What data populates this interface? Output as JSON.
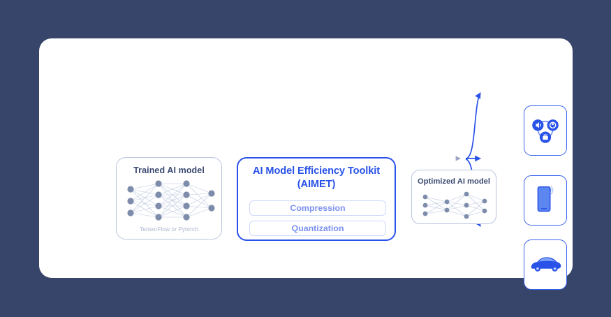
{
  "theme": {
    "background": "#38456b",
    "card": "#ffffff",
    "accent_blue": "#2952e8",
    "device_blue": "#3a63ef",
    "light_blue_text": "#7b90f0",
    "dark_text": "#3b4a72",
    "muted_text": "#a9b4cd",
    "node_gray": "#7d8cab",
    "box_border": "#b9c4dd",
    "pill_border": "#cdd8fb"
  },
  "diagram": {
    "type": "flow",
    "title": "",
    "stages": [
      {
        "id": "trained-model",
        "title": "Trained AI model",
        "subtitle": "TensorFlow or Pytorch",
        "network": {
          "layers": [
            3,
            4,
            4,
            2
          ],
          "style": "dense"
        }
      },
      {
        "id": "aimet",
        "title": "AI Model Efficiency Toolkit\n(AIMET)",
        "title_line1": "AI Model Efficiency Toolkit",
        "title_line2": "(AIMET)",
        "features": [
          {
            "id": "compression",
            "label": "Compression"
          },
          {
            "id": "quantization",
            "label": "Quantization"
          }
        ]
      },
      {
        "id": "optimized-model",
        "title": "Optimized AI model",
        "network": {
          "layers": [
            3,
            2,
            3,
            2
          ],
          "style": "sparse"
        }
      }
    ],
    "targets": [
      {
        "id": "sensors",
        "icon": "sensors-icon",
        "label": ""
      },
      {
        "id": "phone",
        "icon": "smartphone-icon",
        "label": ""
      },
      {
        "id": "car",
        "icon": "car-icon",
        "label": ""
      }
    ],
    "connectors": [
      {
        "id": "trained-to-aimet",
        "from": "trained-model",
        "to": "aimet",
        "style": "straight-arrow"
      },
      {
        "id": "aimet-to-optimized",
        "from": "aimet",
        "to": "optimized-model",
        "style": "straight-arrow"
      },
      {
        "id": "optimized-to-sensors",
        "from": "optimized-model",
        "to": "sensors",
        "style": "curved-arrow"
      },
      {
        "id": "optimized-to-phone",
        "from": "optimized-model",
        "to": "phone",
        "style": "straight-arrow"
      },
      {
        "id": "optimized-to-car",
        "from": "optimized-model",
        "to": "car",
        "style": "curved-arrow"
      }
    ]
  }
}
